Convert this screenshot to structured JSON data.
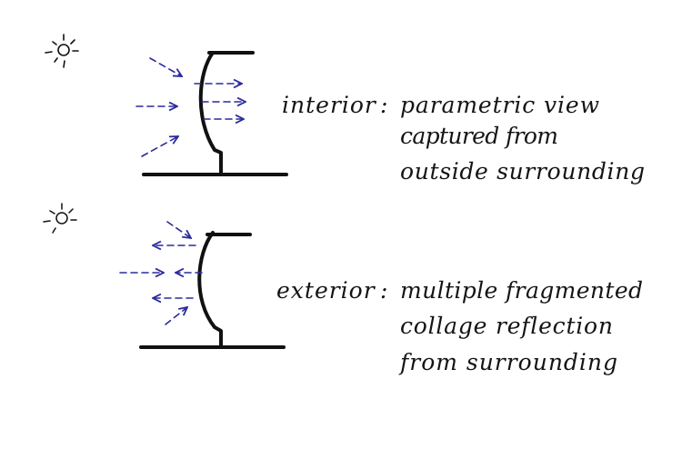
{
  "colors": {
    "ink": "#111111",
    "arrows": "#2a2a9c"
  },
  "panels": [
    {
      "id": "interior",
      "term": "interior",
      "separator": ":",
      "lines": [
        "parametric view",
        "captured from",
        "outside surrounding"
      ]
    },
    {
      "id": "exterior",
      "term": "exterior",
      "separator": ":",
      "lines": [
        "multiple fragmented",
        "collage reflection",
        "from surrounding"
      ]
    }
  ]
}
